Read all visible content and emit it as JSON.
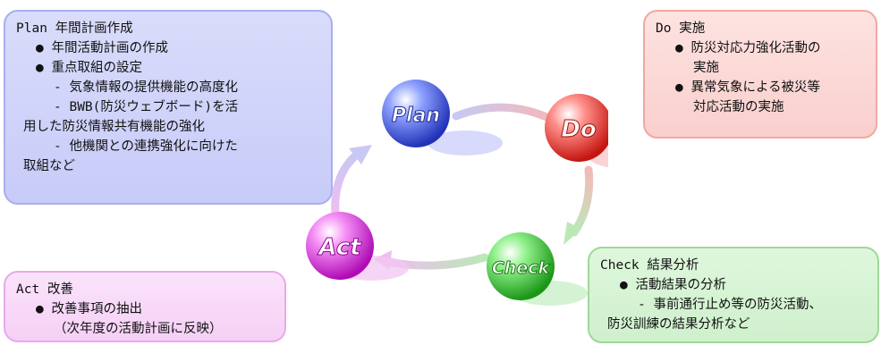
{
  "plan": {
    "title": "Plan 年間計画作成",
    "lines": [
      "●  年間活動計画の作成",
      "●  重点取組の設定",
      "-   気象情報の提供機能の高度化",
      "-   BWB(防災ウェブボード)を活",
      "用した防災情報共有機能の強化",
      "-   他機関との連携強化に向けた",
      "取組など"
    ]
  },
  "do": {
    "title": "Do 実施",
    "lines": [
      "●  防災対応力強化活動の",
      "実施",
      "●  異常気象による被災等",
      "対応活動の実施"
    ]
  },
  "act": {
    "title": "Act 改善",
    "lines": [
      "●  改善事項の抽出",
      "（次年度の活動計画に反映）"
    ]
  },
  "check": {
    "title": "Check 結果分析",
    "lines": [
      "●  活動結果の分析",
      "-   事前通行止め等の防災活動、",
      "防災訓練の結果分析など"
    ]
  },
  "cycle": {
    "plan_label": "Plan",
    "do_label": "Do",
    "check_label": "Check",
    "act_label": "Act",
    "colors": {
      "plan": "#3a4fd6",
      "do": "#e8322d",
      "check": "#2fb52a",
      "act": "#d327d8"
    }
  }
}
